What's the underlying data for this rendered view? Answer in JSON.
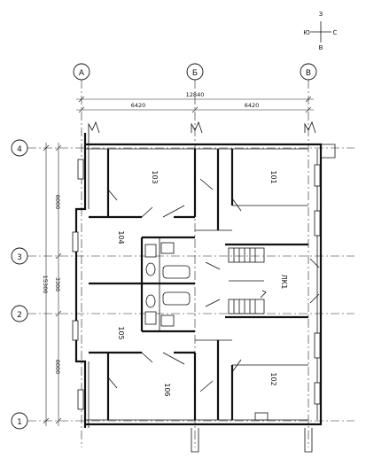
{
  "compass": {
    "north": "С",
    "south": "Ю",
    "east": "В",
    "west": "З"
  },
  "axes_letter": [
    "А",
    "Б",
    "В"
  ],
  "axes_number": [
    "1",
    "2",
    "3",
    "4"
  ],
  "dims_top": {
    "total": "12840",
    "left": "6420",
    "right": "6420"
  },
  "dims_left": {
    "total": "15300",
    "upper": "6000",
    "middle": "3300",
    "lower": "6000"
  },
  "rooms": [
    "103",
    "101",
    "104",
    "ЛК1",
    "105",
    "106",
    "102"
  ]
}
